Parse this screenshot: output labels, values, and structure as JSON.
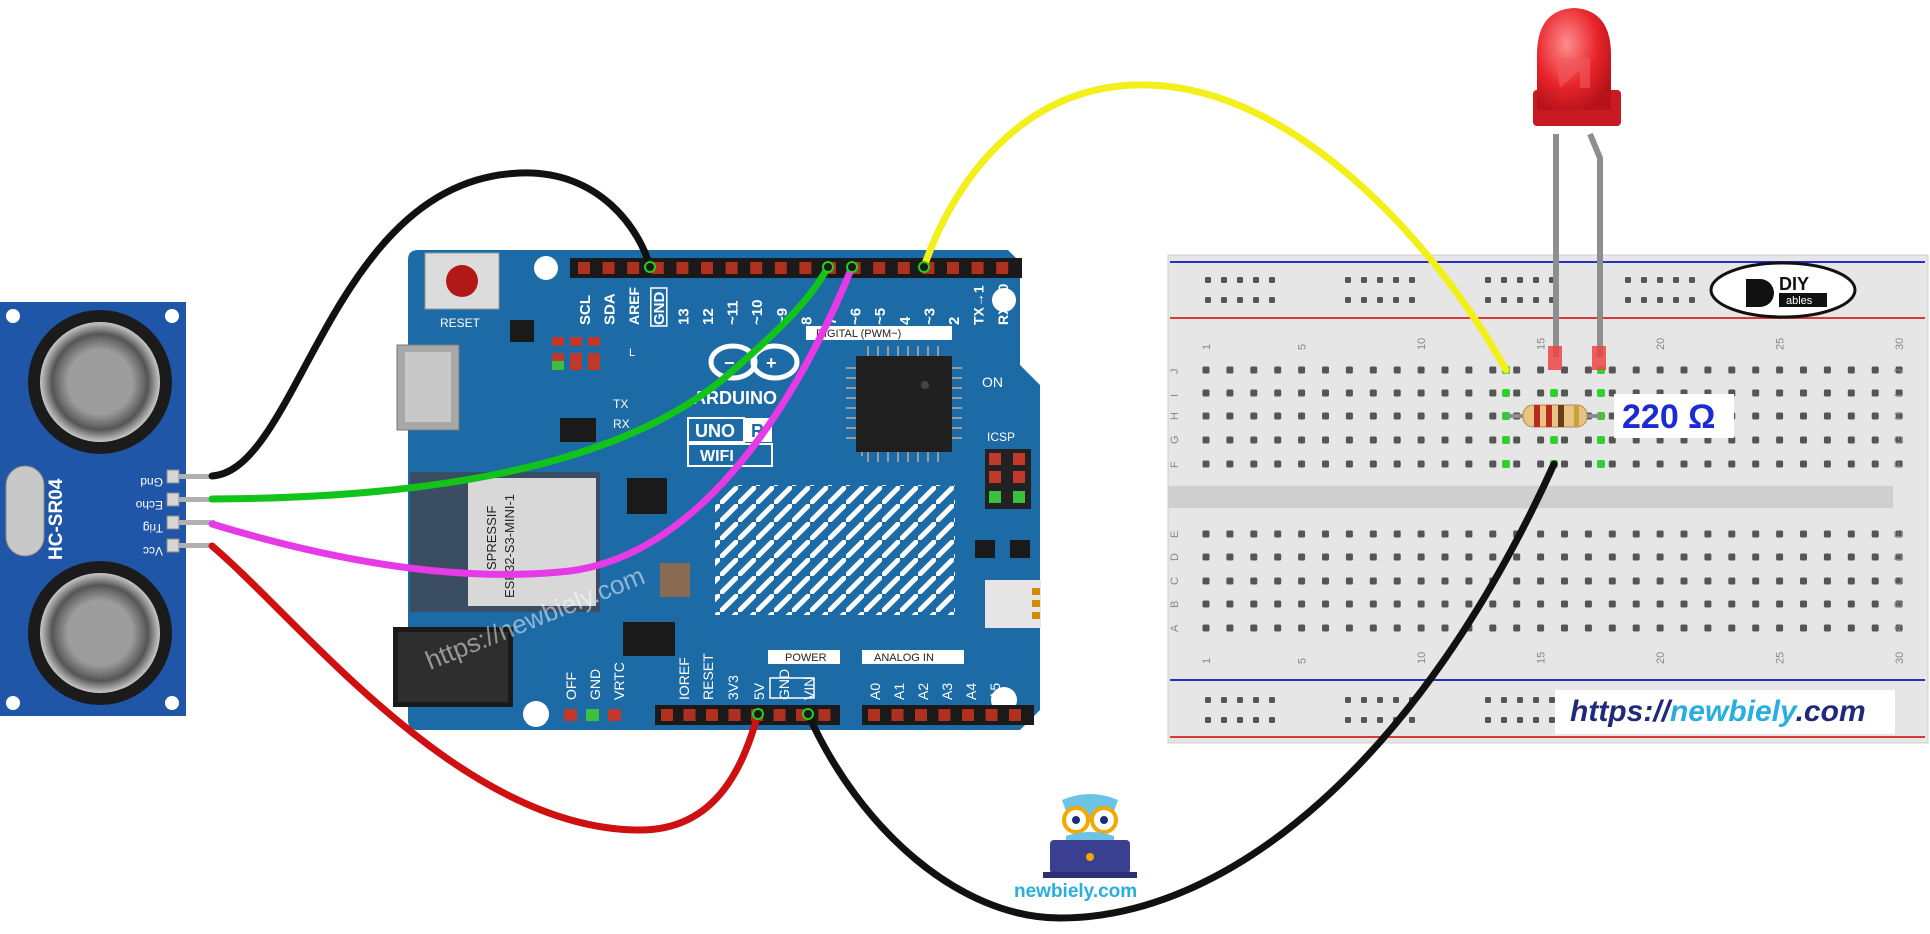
{
  "sensor": {
    "model": "HC-SR04",
    "pins": [
      "Gnd",
      "Echo",
      "Trig",
      "Vcc"
    ]
  },
  "arduino": {
    "brand": "ARDUINO",
    "model_line1": "UNO",
    "model_line2": "R",
    "model_line3": "WIFI",
    "reset_label": "RESET",
    "on_label": "ON",
    "icsp_label": "ICSP",
    "module_text1": "SPRESSIF",
    "module_text2": "ESP32-S3-MINI-1",
    "digital_label": "DIGITAL (PWM~)",
    "power_label": "POWER",
    "analog_label": "ANALOG IN",
    "top_pins": [
      "SCL",
      "SDA",
      "AREF",
      "GND",
      "13",
      "12",
      "~11",
      "~10",
      "~9",
      "8",
      "7",
      "~6",
      "~5",
      "4",
      "~3",
      "2",
      "TX→1",
      "RX←0"
    ],
    "bottom_pins": [
      "OFF",
      "GND",
      "VRTC",
      "IOREF",
      "RESET",
      "3V3",
      "5V",
      "GND",
      "VIN",
      "A0",
      "A1",
      "A2",
      "A3",
      "A4",
      "A5"
    ],
    "tx_label": "TX",
    "rx_label": "RX",
    "l_label": "L"
  },
  "breadboard": {
    "row_letters_top": [
      "J",
      "I",
      "H",
      "G",
      "F"
    ],
    "row_letters_bottom": [
      "E",
      "D",
      "C",
      "B",
      "A"
    ],
    "column_numbers": [
      "1",
      "5",
      "10",
      "15",
      "20",
      "25",
      "30"
    ]
  },
  "resistor": {
    "label": "220 Ω"
  },
  "brand_logo": {
    "text1": "DIY",
    "text2": "ables"
  },
  "url": {
    "prefix": "https://",
    "name": "newbiely",
    "suffix": ".com"
  },
  "watermark": "https://newbiely.com",
  "mascot": {
    "label": "newbiely.com"
  },
  "colors": {
    "board_blue": "#1c6aa6",
    "sensor_blue": "#1f56a7",
    "wire_black": "#111111",
    "wire_green": "#12c41a",
    "wire_magenta": "#e63ae6",
    "wire_red": "#cf1010",
    "wire_yellow": "#f3ef1b",
    "led_red": "#e8242a",
    "label_blue": "#1a2bd6",
    "url_teal": "#29aee0"
  }
}
